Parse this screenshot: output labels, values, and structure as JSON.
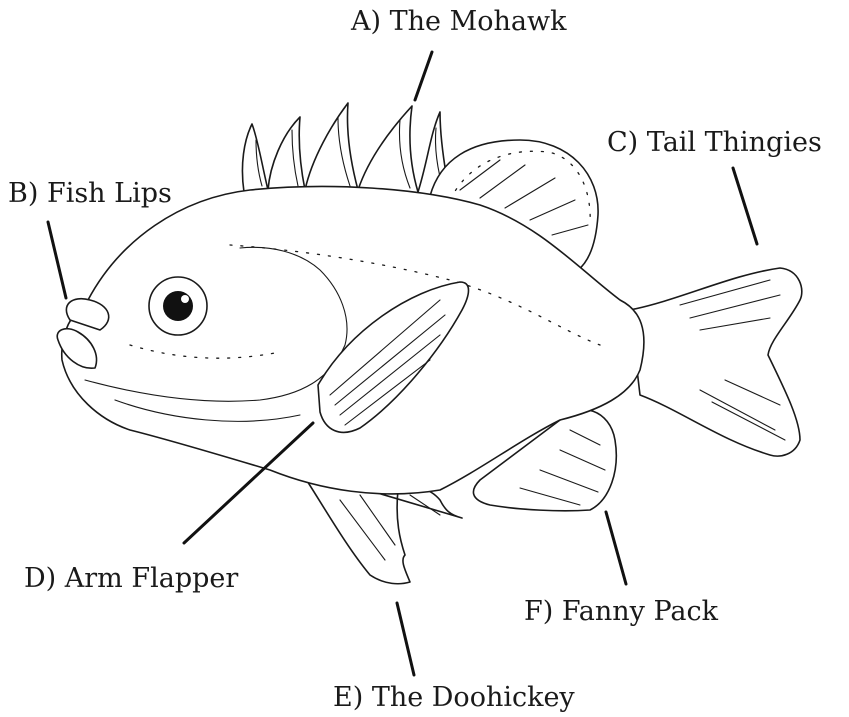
{
  "labels": {
    "a": "A) The Mohawk",
    "b": "B) Fish Lips",
    "c": "C) Tail Thingies",
    "d": "D) Arm Flapper",
    "e": "E) The Doohickey",
    "f": "F) Fanny Pack"
  }
}
